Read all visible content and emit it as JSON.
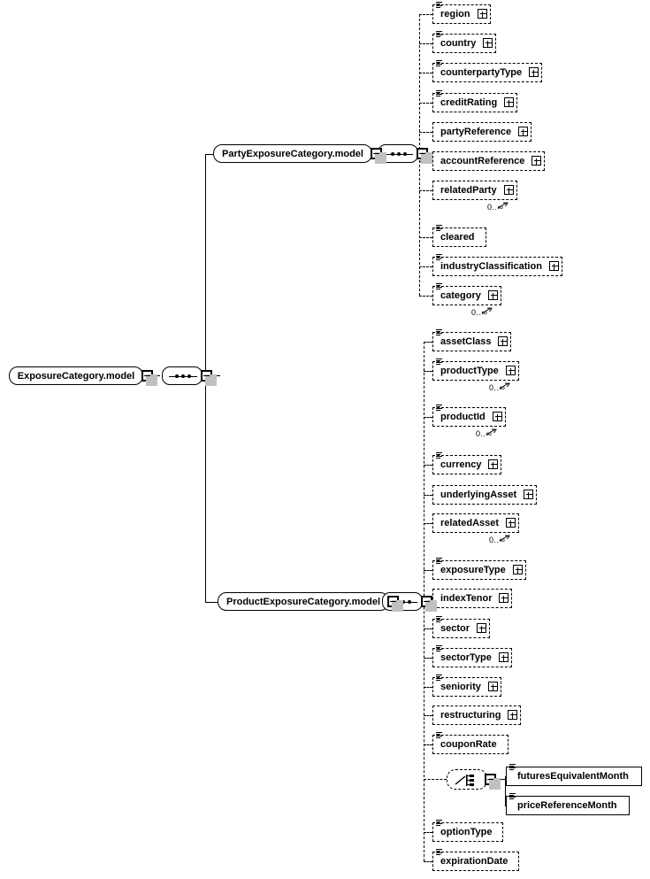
{
  "diagram": {
    "type": "xsd-schema-diagram",
    "root": {
      "label": "ExposureCategory.model",
      "kind": "model-group",
      "expander": "minus",
      "compositor": "sequence"
    },
    "groups": [
      {
        "label": "PartyExposureCategory.model",
        "kind": "model-group",
        "expander": "minus",
        "compositor": "sequence",
        "children": [
          {
            "label": "region",
            "optional": true,
            "expandable": true,
            "icon": "type-icon",
            "occurs": ""
          },
          {
            "label": "country",
            "optional": true,
            "expandable": true,
            "icon": "type-icon",
            "occurs": ""
          },
          {
            "label": "counterpartyType",
            "optional": true,
            "expandable": true,
            "icon": "type-icon",
            "occurs": ""
          },
          {
            "label": "creditRating",
            "optional": true,
            "expandable": true,
            "icon": "type-icon",
            "occurs": ""
          },
          {
            "label": "partyReference",
            "optional": true,
            "expandable": true,
            "icon": "",
            "occurs": ""
          },
          {
            "label": "accountReference",
            "optional": true,
            "expandable": true,
            "icon": "",
            "occurs": ""
          },
          {
            "label": "relatedParty",
            "optional": true,
            "expandable": true,
            "icon": "",
            "occurs": "0..∞"
          }
        ]
      }
    ],
    "party_siblings": [
      {
        "label": "cleared",
        "optional": true,
        "expandable": false,
        "icon": "type-icon",
        "occurs": ""
      },
      {
        "label": "industryClassification",
        "optional": true,
        "expandable": true,
        "icon": "type-icon",
        "occurs": ""
      },
      {
        "label": "category",
        "optional": true,
        "expandable": true,
        "icon": "type-icon",
        "occurs": "0..∞"
      }
    ],
    "product_group": {
      "label": "ProductExposureCategory.model",
      "kind": "model-group",
      "expander": "minus",
      "compositor": "sequence",
      "children": [
        {
          "label": "assetClass",
          "optional": true,
          "expandable": true,
          "icon": "type-icon",
          "occurs": ""
        },
        {
          "label": "productType",
          "optional": true,
          "expandable": true,
          "icon": "type-icon",
          "occurs": "0..∞"
        },
        {
          "label": "productId",
          "optional": true,
          "expandable": true,
          "icon": "type-icon",
          "occurs": "0..∞"
        },
        {
          "label": "currency",
          "optional": true,
          "expandable": true,
          "icon": "type-icon",
          "occurs": ""
        },
        {
          "label": "underlyingAsset",
          "optional": true,
          "expandable": true,
          "icon": "",
          "occurs": ""
        },
        {
          "label": "relatedAsset",
          "optional": true,
          "expandable": true,
          "icon": "",
          "occurs": "0..∞"
        },
        {
          "label": "exposureType",
          "optional": true,
          "expandable": true,
          "icon": "type-icon",
          "occurs": ""
        },
        {
          "label": "indexTenor",
          "optional": true,
          "expandable": true,
          "icon": "",
          "occurs": ""
        },
        {
          "label": "sector",
          "optional": true,
          "expandable": true,
          "icon": "type-icon",
          "occurs": ""
        },
        {
          "label": "sectorType",
          "optional": true,
          "expandable": true,
          "icon": "type-icon",
          "occurs": ""
        },
        {
          "label": "seniority",
          "optional": true,
          "expandable": true,
          "icon": "type-icon",
          "occurs": ""
        },
        {
          "label": "restructuring",
          "optional": true,
          "expandable": true,
          "icon": "",
          "occurs": ""
        },
        {
          "label": "couponRate",
          "optional": true,
          "expandable": false,
          "icon": "type-icon",
          "occurs": ""
        }
      ],
      "choice": {
        "compositor": "choice",
        "expander": "minus",
        "options": [
          {
            "label": "futuresEquivalentMonth",
            "optional": false,
            "expandable": false,
            "icon": "type-icon",
            "occurs": ""
          },
          {
            "label": "priceReferenceMonth",
            "optional": false,
            "expandable": false,
            "icon": "type-icon",
            "occurs": ""
          }
        ]
      },
      "tail": [
        {
          "label": "optionType",
          "optional": true,
          "expandable": false,
          "icon": "type-icon",
          "occurs": ""
        },
        {
          "label": "expirationDate",
          "optional": true,
          "expandable": false,
          "icon": "type-icon",
          "occurs": ""
        }
      ]
    }
  },
  "colors": {
    "line": "#000000",
    "shadow": "#c0c0c0",
    "background": "#ffffff",
    "node_fill": "#ffffff"
  }
}
